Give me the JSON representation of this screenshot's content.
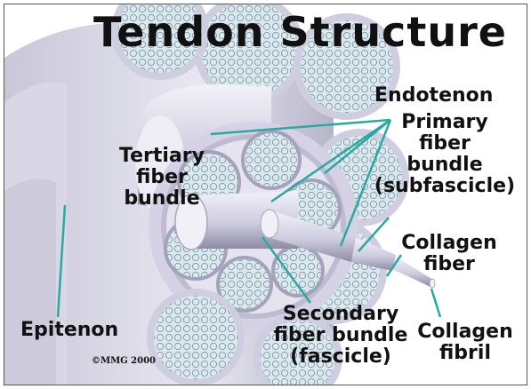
{
  "title": "Tendon Structure",
  "labels": {
    "endotenon": "Endotenon",
    "primary": [
      "Primary",
      "fiber",
      "bundle",
      "(subfascicle)"
    ],
    "tertiary": [
      "Tertiary",
      "fiber",
      "bundle"
    ],
    "collagen_fiber": [
      "Collagen",
      "fiber"
    ],
    "secondary": [
      "Secondary",
      "fiber bundle",
      "(fascicle)"
    ],
    "collagen_fibril": [
      "Collagen",
      "fibril"
    ],
    "epitenon": "Epitenon"
  },
  "copyright": "©MMG 2000",
  "colors": {
    "leader_line": "#2aa9a3",
    "tissue": "#d8d6e8",
    "tissue_shadow": "#8f8da6"
  }
}
